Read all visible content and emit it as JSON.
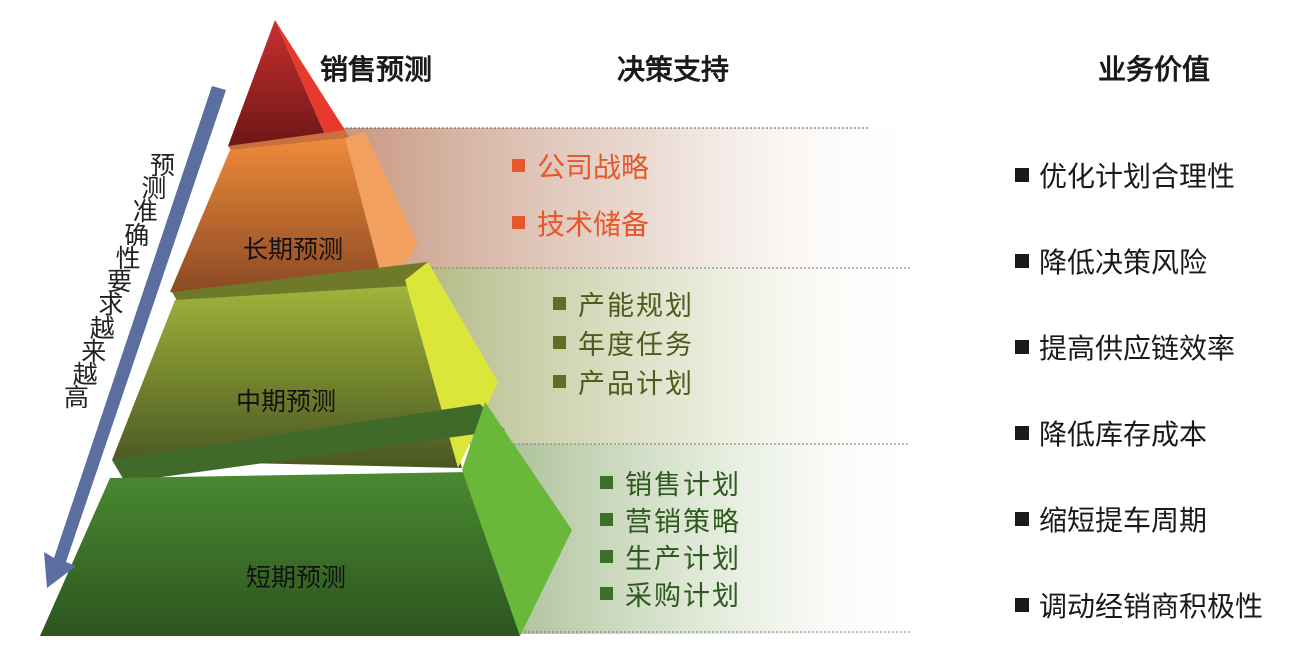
{
  "headers": {
    "sales_forecast": "销售预测",
    "decision_support": "决策支持",
    "business_value": "业务价值"
  },
  "pyramid": {
    "long_term": "长期预测",
    "mid_term": "中期预测",
    "short_term": "短期预测"
  },
  "side_note": "预测准确性要求越来越高",
  "decision_support": {
    "long_term": [
      "公司战略",
      "技术储备"
    ],
    "mid_term": [
      "产能规划",
      "年度任务",
      "产品计划"
    ],
    "short_term": [
      "销售计划",
      "营销策略",
      "生产计划",
      "采购计划"
    ]
  },
  "business_values": [
    "优化计划合理性",
    "降低决策风险",
    "提高供应链效率",
    "降低库存成本",
    "缩短提车周期",
    "调动经销商积极性"
  ],
  "colors": {
    "long_accent": "#e8572a",
    "mid_accent": "#5f7024",
    "short_accent": "#3d6e2a",
    "arrow": "#5a6fa0"
  }
}
